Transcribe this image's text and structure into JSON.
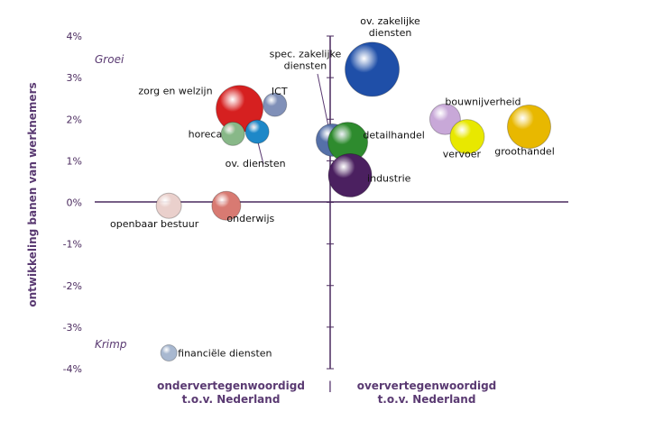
{
  "chart_data": {
    "type": "scatter",
    "ylabel": "ontwikkeling banen van werknemers",
    "ylim": [
      -0.04,
      0.04
    ],
    "yticks": [
      "4%",
      "3%",
      "2%",
      "1%",
      "0%",
      "-1%",
      "-2%",
      "-3%",
      "-4%"
    ],
    "quadrant_labels": {
      "top": "Groei",
      "bottom": "Krimp"
    },
    "x_categories": {
      "left": [
        "ondervertegenwoordigd",
        "t.o.v. Nederland"
      ],
      "separator": "|",
      "right": [
        "oververtegenwoordigd",
        "t.o.v. Nederland"
      ]
    },
    "points": [
      {
        "name": "ov. zakelijke diensten",
        "label_lines": [
          "ov. zakelijke",
          "diensten"
        ],
        "x": 0.95,
        "y": 0.032,
        "size": 30,
        "color": "#1f4fa8"
      },
      {
        "name": "spec. zakelijke diensten",
        "label_lines": [
          "spec. zakelijke",
          "diensten"
        ],
        "x": 0.05,
        "y": 0.015,
        "size": 18,
        "color": "#5570a8"
      },
      {
        "name": "detailhandel",
        "label_lines": [
          "detailhandel"
        ],
        "x": 0.4,
        "y": 0.0145,
        "size": 22,
        "color": "#2e8b2e"
      },
      {
        "name": "industrie",
        "label_lines": [
          "industrie"
        ],
        "x": 0.45,
        "y": 0.0065,
        "size": 24,
        "color": "#4b2060"
      },
      {
        "name": "bouwnijverheid",
        "label_lines": [
          "bouwnijverheid"
        ],
        "x": 2.6,
        "y": 0.02,
        "size": 17,
        "color": "#c8a8d8"
      },
      {
        "name": "vervoer",
        "label_lines": [
          "vervoer"
        ],
        "x": 3.1,
        "y": 0.0158,
        "size": 19,
        "color": "#e8e800"
      },
      {
        "name": "groothandel",
        "label_lines": [
          "groothandel"
        ],
        "x": 4.5,
        "y": 0.0182,
        "size": 24,
        "color": "#e8b800"
      },
      {
        "name": "zorg en welzijn",
        "label_lines": [
          "zorg en welzijn"
        ],
        "x": -2.05,
        "y": 0.0225,
        "size": 26,
        "color": "#d62020"
      },
      {
        "name": "ICT",
        "label_lines": [
          "ICT"
        ],
        "x": -1.25,
        "y": 0.0235,
        "size": 13,
        "color": "#8090b8"
      },
      {
        "name": "horeca",
        "label_lines": [
          "horeca"
        ],
        "x": -2.2,
        "y": 0.0165,
        "size": 13,
        "color": "#88b888"
      },
      {
        "name": "ov. diensten",
        "label_lines": [
          "ov. diensten"
        ],
        "x": -1.65,
        "y": 0.017,
        "size": 13,
        "color": "#1e88c8"
      },
      {
        "name": "openbaar bestuur",
        "label_lines": [
          "openbaar bestuur"
        ],
        "x": -3.65,
        "y": -0.0008,
        "size": 14,
        "color": "#ead0cc"
      },
      {
        "name": "onderwijs",
        "label_lines": [
          "onderwijs"
        ],
        "x": -2.35,
        "y": -0.0008,
        "size": 16,
        "color": "#d87a72"
      },
      {
        "name": "financiële diensten",
        "label_lines": [
          "financiële diensten"
        ],
        "x": -3.65,
        "y": -0.0362,
        "size": 9,
        "color": "#a8b8d0"
      }
    ]
  }
}
